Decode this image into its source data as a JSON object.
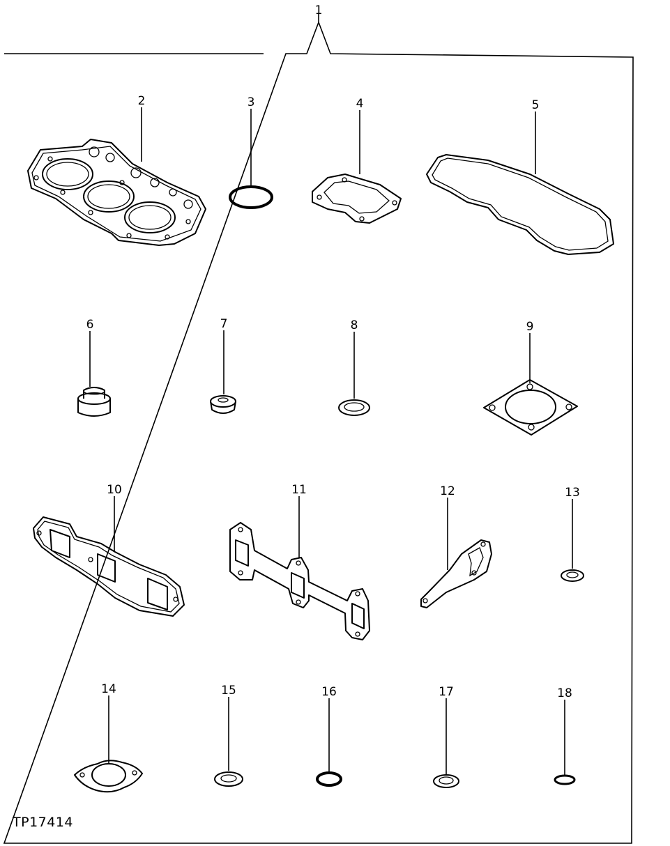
{
  "figure_code": "TP17414",
  "callouts": {
    "kit": "1",
    "p2": "2",
    "p3": "3",
    "p4": "4",
    "p5": "5",
    "p6": "6",
    "p7": "7",
    "p8": "8",
    "p9": "9",
    "p10": "10",
    "p11": "11",
    "p12": "12",
    "p13": "13",
    "p14": "14",
    "p15": "15",
    "p16": "16",
    "p17": "17",
    "p18": "18"
  }
}
